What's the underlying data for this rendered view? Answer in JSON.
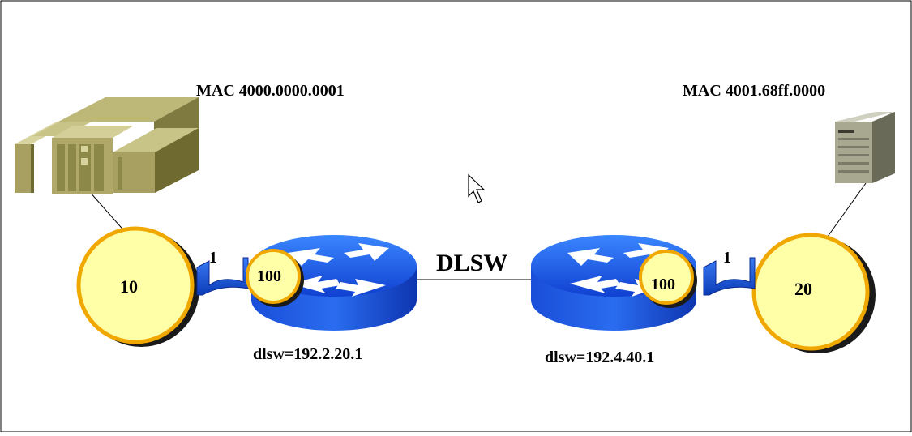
{
  "diagram": {
    "mac_left": "MAC 4000.0000.0001",
    "mac_right": "MAC 4001.68ff.0000",
    "ring_left_label": "10",
    "ring_right_label": "20",
    "bridge_left_label": "1",
    "bridge_right_label": "1",
    "router_left_ring_label": "100",
    "router_right_ring_label": "100",
    "link_label": "DLSW",
    "router_left_address": "dlsw=192.2.20.1",
    "router_right_address": "dlsw=192.4.40.1"
  },
  "icons": {
    "left_host": "mainframe-icon",
    "right_host": "server-icon",
    "routers": "router-icon",
    "bridges": "bridge-icon",
    "cursor": "mouse-pointer-icon"
  },
  "colors": {
    "ring_fill": "#ffffa8",
    "ring_outline": "#f0a800",
    "router_blue": "#1e5fe8",
    "router_dark": "#0a2fa0",
    "equipment_olive": "#a8a060"
  }
}
